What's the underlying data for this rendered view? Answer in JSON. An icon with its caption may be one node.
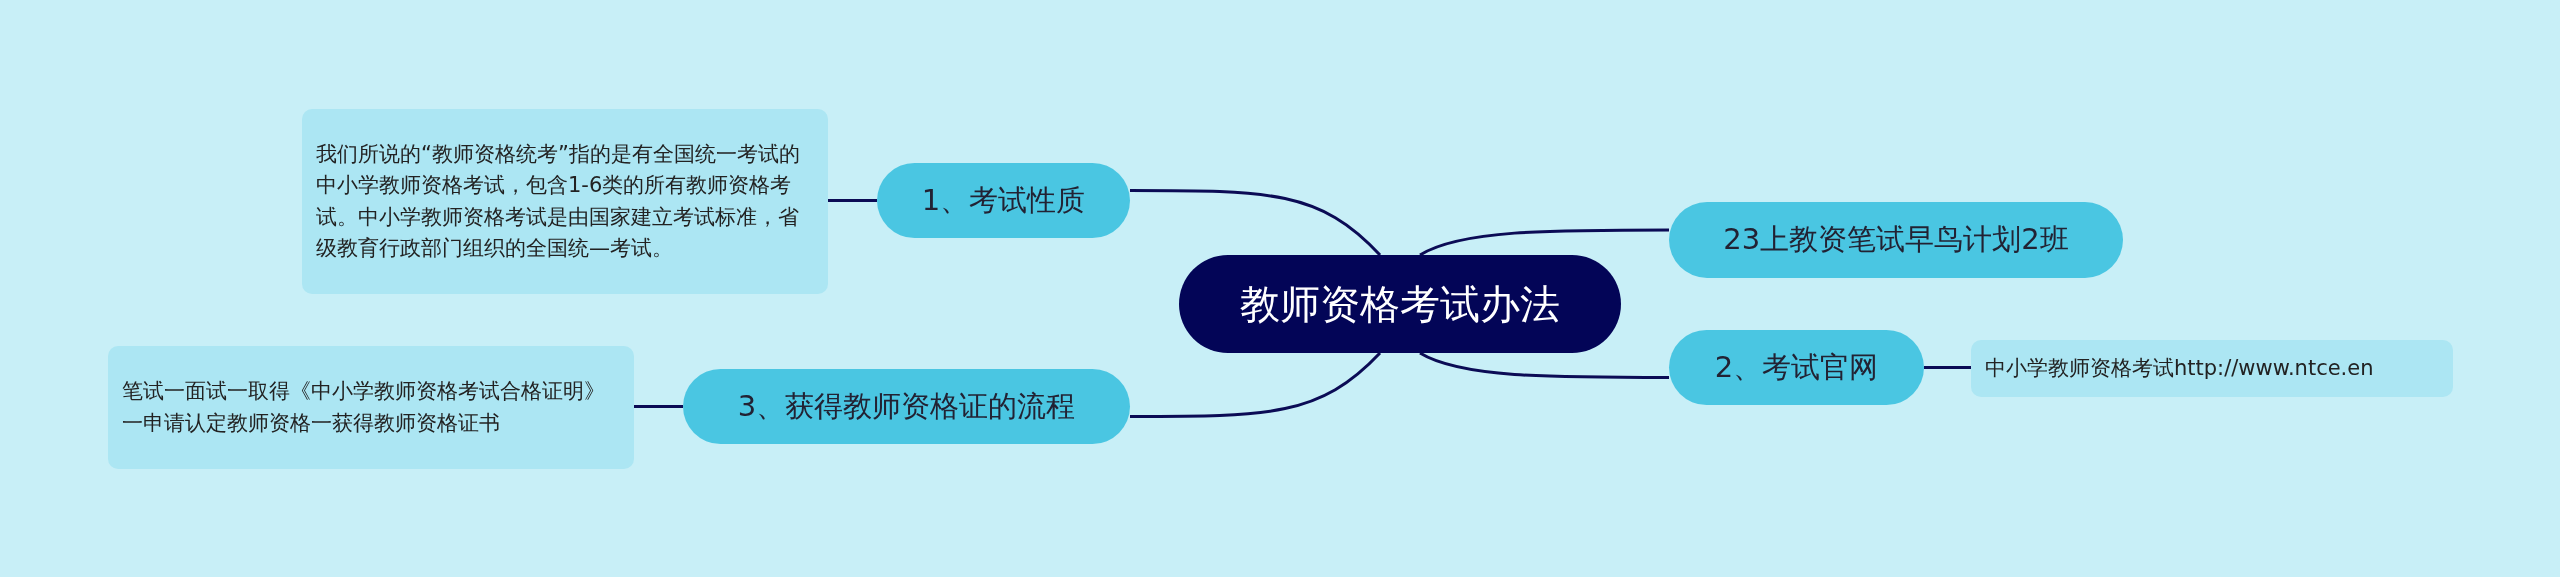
{
  "diagram": {
    "nodes": [
      {
        "text": [
          "教师资格考试办法"
        ]
      },
      {
        "text": [
          "1、考试性质"
        ]
      },
      {
        "text": [
          "我们所说的“教师资格统考”指的是有全国统一考试的中小学教师资格考试，包含1-6类的所有教师资格考试。中小学教师资格考试是由国家建立考试标准，省级教育行政部门组织的全国统—考试。"
        ]
      },
      {
        "text": [
          "3、获得教师资格证的流程"
        ]
      },
      {
        "text": [
          "笔试一面试一取得《中小学教师资格考试合格证明》一申请认定教师资格一获得教师资格证书"
        ]
      },
      {
        "text": [
          "23上教资笔试早鸟计划2班"
        ]
      },
      {
        "text": [
          "2、考试官网"
        ]
      },
      {
        "text": [
          "中小学教师资格考试http://www.ntce.en"
        ]
      }
    ],
    "edges": [
      {
        "from": 0,
        "to": 1,
        "arrow": "none"
      },
      {
        "from": 1,
        "to": 2,
        "arrow": "none"
      },
      {
        "from": 0,
        "to": 3,
        "arrow": "none"
      },
      {
        "from": 3,
        "to": 4,
        "arrow": "none"
      },
      {
        "from": 0,
        "to": 5,
        "arrow": "none"
      },
      {
        "from": 0,
        "to": 6,
        "arrow": "none"
      },
      {
        "from": 6,
        "to": 7,
        "arrow": "none"
      }
    ]
  }
}
